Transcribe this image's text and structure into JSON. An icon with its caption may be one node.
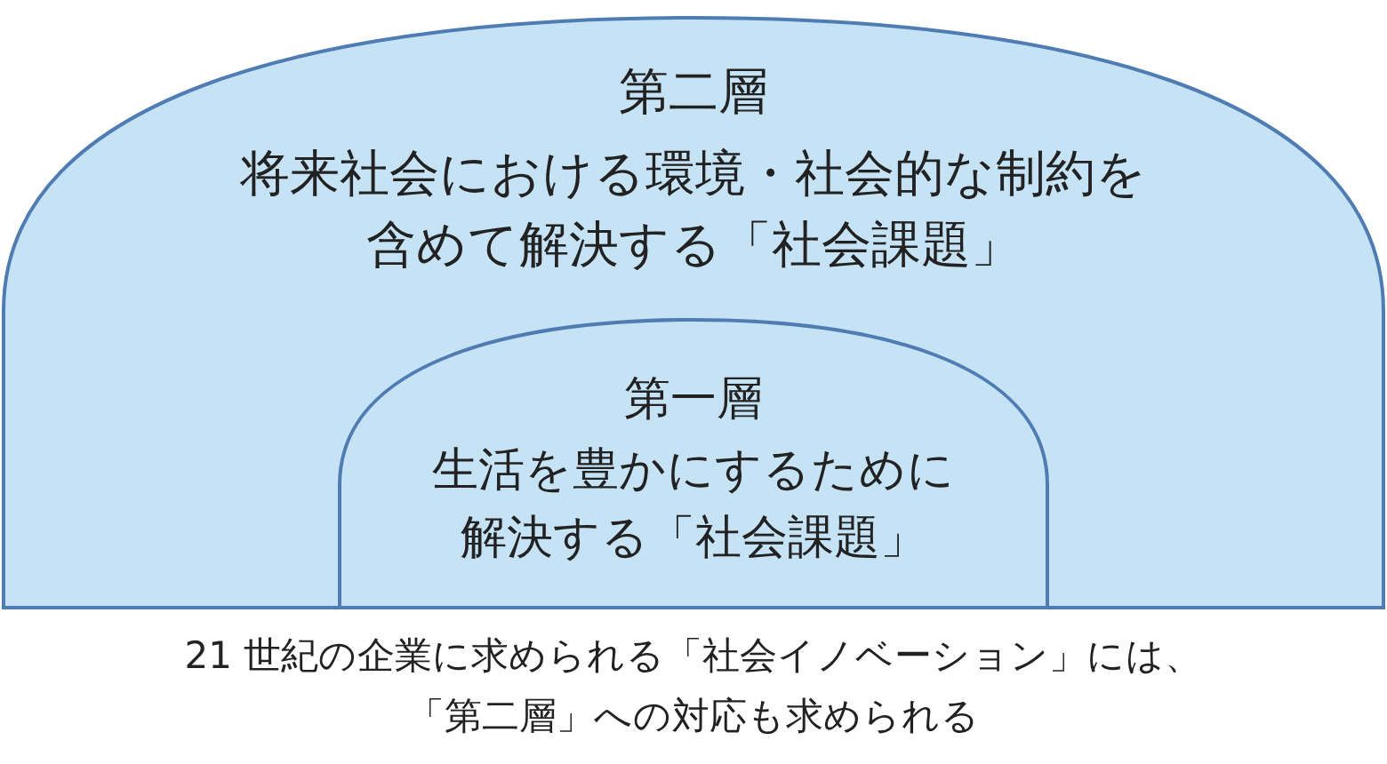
{
  "diagram": {
    "caption": "21 世紀の企業に求められる「社会イノベーション」には、「第二層」への対応も求められる",
    "nodes": [
      {
        "text": [
          "第二層",
          "将来社会における環境・社会的な制約を含めて解決する「社会課題」"
        ]
      },
      {
        "text": [
          "第一層",
          "生活を豊かにするために解決する「社会課題」"
        ],
        "in": 0
      }
    ]
  }
}
